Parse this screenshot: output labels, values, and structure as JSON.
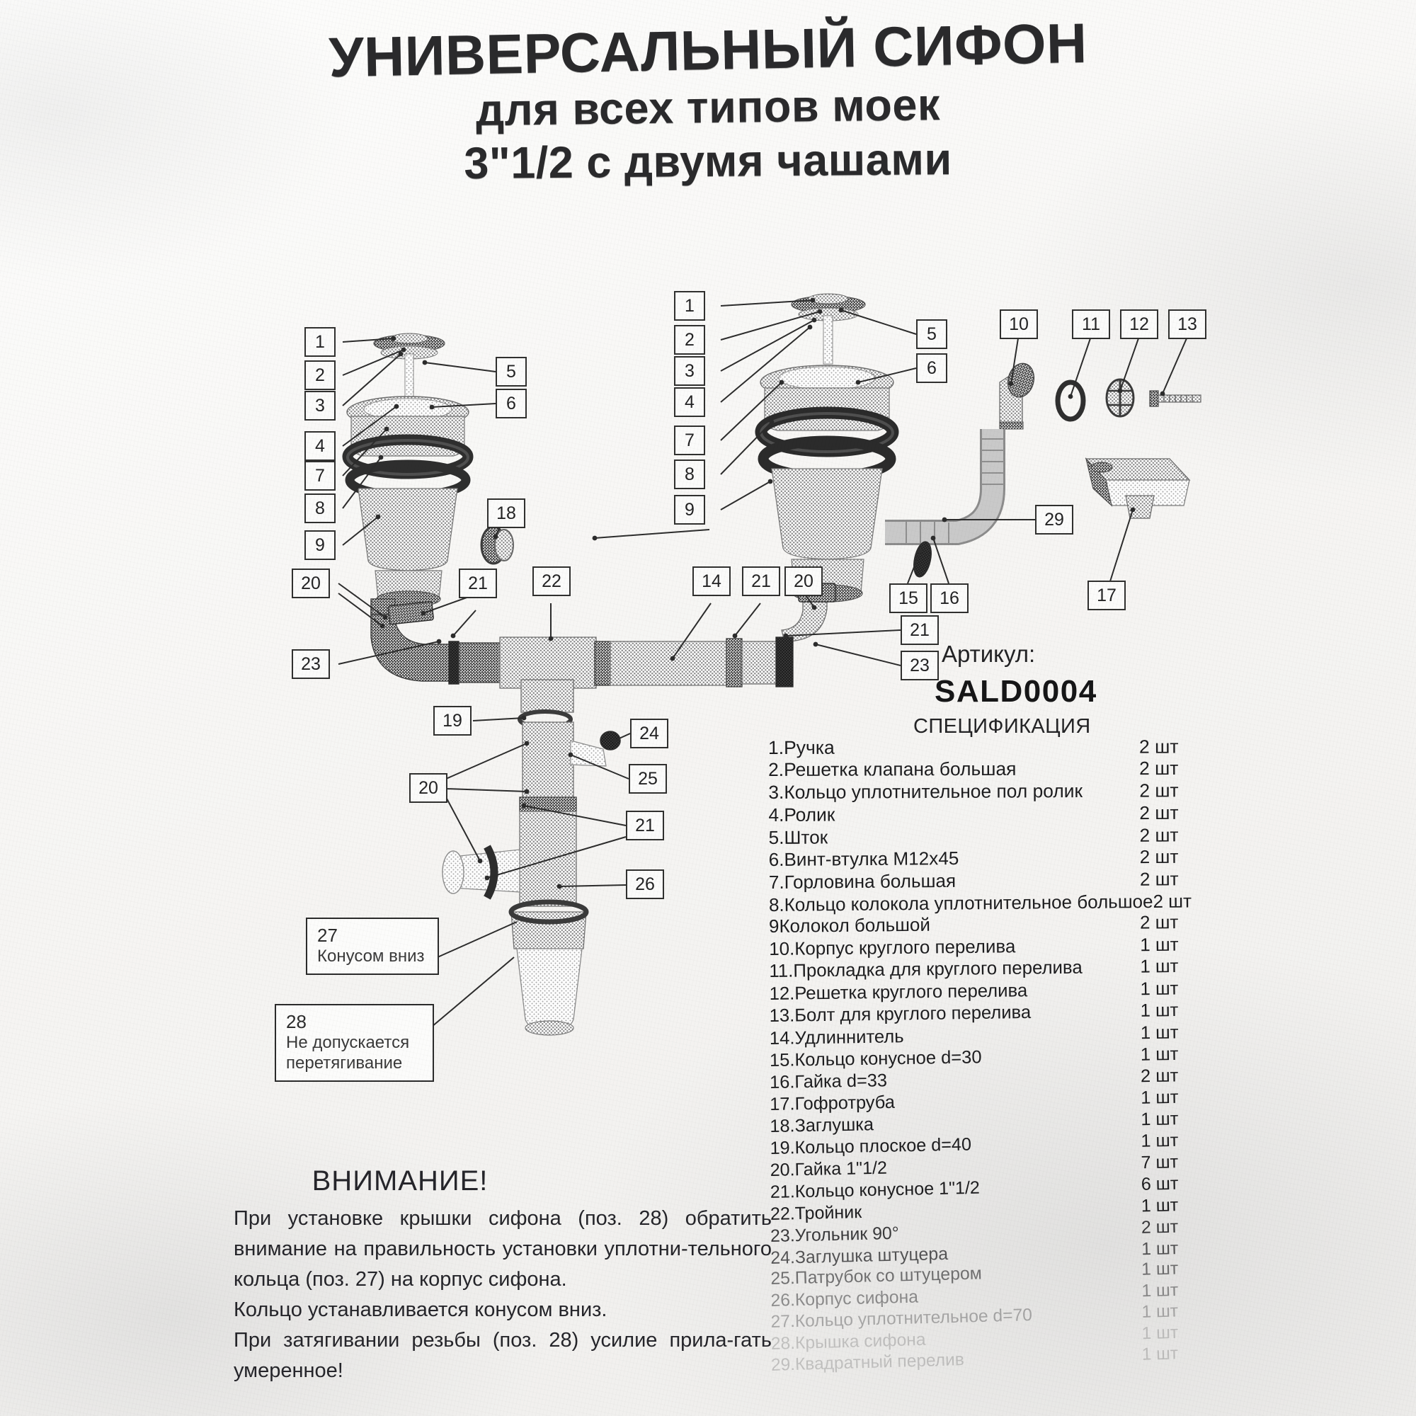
{
  "title": {
    "line1": "УНИВЕРСАЛЬНЫЙ СИФОН",
    "line2": "для всех типов моек",
    "line3": "3\"1/2 с двумя чашами"
  },
  "article": {
    "label": "Артикул:",
    "code": "SALD0004"
  },
  "spec": {
    "heading": "СПЕЦИФИКАЦИЯ",
    "items": [
      {
        "no": "1.",
        "name": "Ручка",
        "qty": "2 шт"
      },
      {
        "no": "2.",
        "name": "Решетка клапана большая",
        "qty": "2 шт"
      },
      {
        "no": "3.",
        "name": "Кольцо уплотнительное пол ролик",
        "qty": "2 шт"
      },
      {
        "no": "4.",
        "name": "Ролик",
        "qty": "2 шт"
      },
      {
        "no": "5.",
        "name": "Шток",
        "qty": "2 шт"
      },
      {
        "no": "6.",
        "name": "Винт-втулка М12х45",
        "qty": "2 шт"
      },
      {
        "no": "7.",
        "name": "Горловина большая",
        "qty": "2 шт"
      },
      {
        "no": "8.",
        "name": "Кольцо колокола уплотнительное большое",
        "qty": "2 шт"
      },
      {
        "no": "9",
        "name": "Колокол большой",
        "qty": "2 шт"
      },
      {
        "no": "10.",
        "name": "Корпус круглого перелива",
        "qty": "1 шт"
      },
      {
        "no": "11.",
        "name": "Прокладка для круглого перелива",
        "qty": "1 шт"
      },
      {
        "no": "12.",
        "name": "Решетка круглого перелива",
        "qty": "1 шт"
      },
      {
        "no": "13.",
        "name": "Болт для круглого перелива",
        "qty": "1 шт"
      },
      {
        "no": "14.",
        "name": "Удлиннитель",
        "qty": "1 шт"
      },
      {
        "no": "15.",
        "name": "Кольцо конусное d=30",
        "qty": "1 шт"
      },
      {
        "no": "16.",
        "name": "Гайка d=33",
        "qty": "2 шт"
      },
      {
        "no": "17.",
        "name": "Гофротруба",
        "qty": "1 шт"
      },
      {
        "no": "18.",
        "name": "Заглушка",
        "qty": "1 шт"
      },
      {
        "no": "19.",
        "name": "Кольцо плоское d=40",
        "qty": "1 шт"
      },
      {
        "no": "20.",
        "name": "Гайка 1\"1/2",
        "qty": "7 шт"
      },
      {
        "no": "21.",
        "name": "Кольцо конусное 1\"1/2",
        "qty": "6 шт"
      },
      {
        "no": "22.",
        "name": "Тройник",
        "qty": "1 шт"
      },
      {
        "no": "23.",
        "name": "Угольник 90°",
        "qty": "2 шт"
      },
      {
        "no": "24.",
        "name": "Заглушка штуцера",
        "qty": "1 шт"
      },
      {
        "no": "25.",
        "name": "Патрубок со штуцером",
        "qty": "1 шт"
      },
      {
        "no": "26.",
        "name": "Корпус сифона",
        "qty": "1 шт"
      },
      {
        "no": "27.",
        "name": "Кольцо уплотнительное d=70",
        "qty": "1 шт"
      },
      {
        "no": "28.",
        "name": "Крышка сифона",
        "qty": "1 шт"
      },
      {
        "no": "29.",
        "name": "Квадратный перелив",
        "qty": "1 шт"
      }
    ]
  },
  "notes": {
    "n27": {
      "no": "27",
      "text": "Конусом вниз"
    },
    "n28": {
      "no": "28",
      "line1": "Не допускается",
      "line2": "перетягивание"
    }
  },
  "attention": {
    "title": "ВНИМАНИЕ!",
    "p1": "При установке крышки сифона (поз. 28) обратить внимание на правильность установки уплотни-тельного кольца (поз. 27) на корпус сифона.",
    "p2": "Кольцо устанавливается конусом вниз.",
    "p3": "При затягивании резьбы (поз. 28) усилие прила-гать умеренное!"
  },
  "callouts": {
    "left_strainer": [
      "1",
      "2",
      "3",
      "4",
      "7",
      "8",
      "9"
    ],
    "left_right": [
      "5",
      "6"
    ],
    "right_strainer": [
      "1",
      "2",
      "3",
      "4",
      "7",
      "8",
      "9"
    ],
    "right_right": [
      "5",
      "6"
    ],
    "overflow_row": [
      "10",
      "11",
      "12",
      "13"
    ],
    "pipe_left": [
      "20",
      "23",
      "21",
      "22"
    ],
    "pipe_mid": [
      "14",
      "21",
      "20",
      "21",
      "23"
    ],
    "pipe_misc": [
      "18",
      "15",
      "16",
      "17",
      "29"
    ],
    "body_lower": [
      "19",
      "24",
      "20",
      "25",
      "21",
      "26"
    ]
  },
  "colors": {
    "ink": "#2c2c2c",
    "paper": "#f7f6f4",
    "title_ink": "#2a2a2c"
  }
}
